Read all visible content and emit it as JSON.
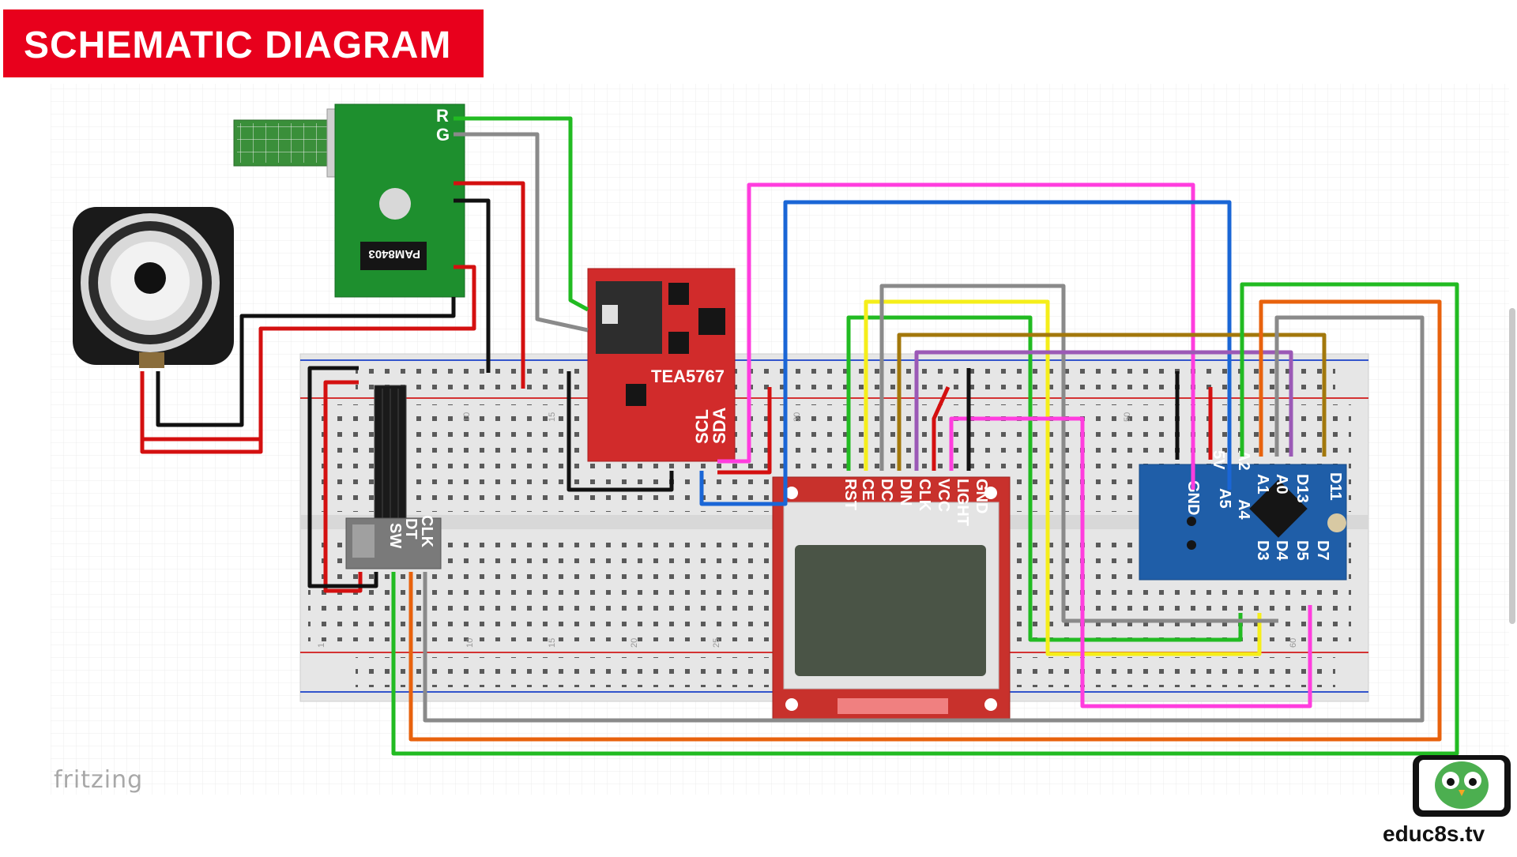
{
  "title": "SCHEMATIC DIAGRAM",
  "watermark": "fritzing",
  "brand": "educ8s.tv",
  "components": {
    "amp": {
      "label": "PAM8403",
      "pins": [
        "R",
        "G"
      ]
    },
    "radio": {
      "label": "TEA5767",
      "pins": [
        "SCL",
        "SDA"
      ]
    },
    "encoder": {
      "pins": [
        "CLK",
        "DT",
        "SW"
      ]
    },
    "lcd": {
      "pins": [
        "RST",
        "CE",
        "DC",
        "DIN",
        "CLK",
        "VCC",
        "LIGHT",
        "GND"
      ]
    },
    "arduino": {
      "top_pins": [
        "5V",
        "A2",
        "A1",
        "A0",
        "D13",
        "D11"
      ],
      "bottom_pins": [
        "GND",
        "A5",
        "A4",
        "D3",
        "D4",
        "D5",
        "D7"
      ]
    }
  },
  "breadboard_numbers": [
    "10",
    "15",
    "30",
    "50",
    "1",
    "10",
    "15",
    "20",
    "25",
    "60"
  ],
  "icons": [
    "speaker-icon",
    "potentiometer-icon",
    "owl-logo-icon"
  ],
  "colors": {
    "banner": "#e8001c",
    "wire_green": "#22bb22",
    "wire_red": "#d41010",
    "wire_black": "#111111",
    "wire_gray": "#8a8a8a",
    "wire_magenta": "#ff3dde",
    "wire_blue": "#1a66d6",
    "wire_yellow": "#f5ee1a",
    "wire_orange": "#e8620d",
    "wire_brown": "#a3780c",
    "wire_purple": "#9b59b6",
    "module_red": "#d12b2b",
    "module_green": "#1e8f2e",
    "arduino_blue": "#1f5ea8"
  }
}
